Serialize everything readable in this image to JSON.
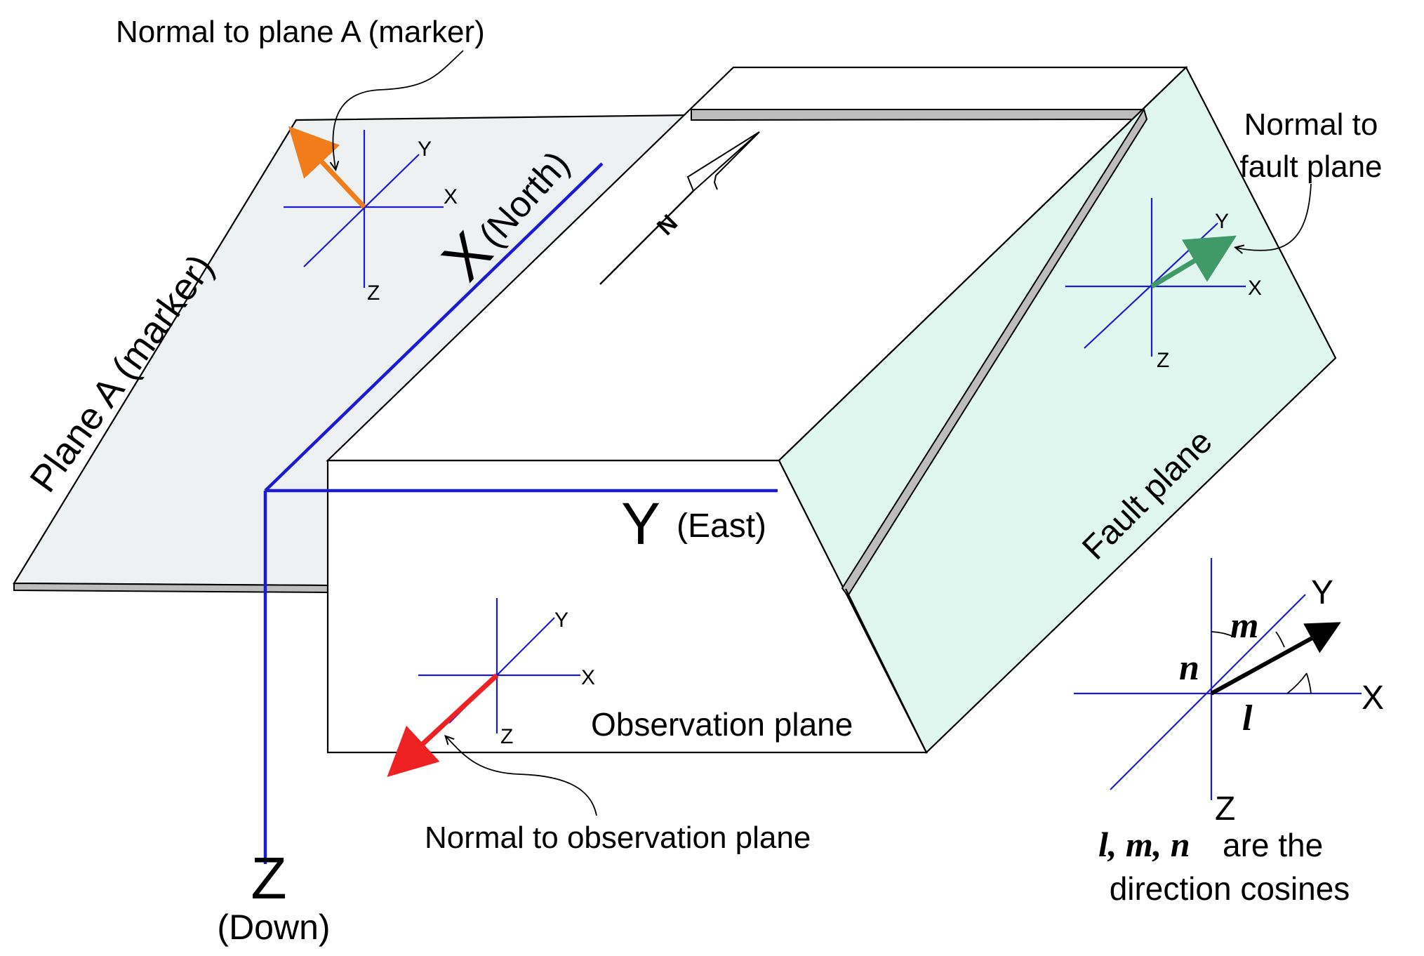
{
  "labels": {
    "normal_plane_a": "Normal to plane A (marker)",
    "plane_a": "Plane A (marker)",
    "x_axis": "X",
    "x_axis_sub": "(North)",
    "y_axis": "Y",
    "y_axis_sub": "(East)",
    "z_axis": "Z",
    "z_axis_sub": "(Down)",
    "normal_fault_line1": "Normal to",
    "normal_fault_line2": "fault plane",
    "fault_plane": "Fault plane",
    "observation_plane": "Observation plane",
    "normal_observation": "Normal to observation plane",
    "legend_line1_suffix": "are the",
    "legend_line2": "direction cosines",
    "cos_l": "l",
    "cos_m": "m",
    "cos_n": "n",
    "cos_list": "l, m, n"
  },
  "axis_letters": {
    "x": "X",
    "y": "Y",
    "z": "Z"
  },
  "colors": {
    "axis_blue": "#1b1bd6",
    "normal_plane_a_arrow": "#f07c1a",
    "normal_fault_arrow": "#3f9a67",
    "normal_observation_arrow": "#ee2222",
    "plane_a_fill": "#eef1f2",
    "fault_plane_fill": "#dff7ee",
    "edge_grey": "#bdbdbd"
  }
}
